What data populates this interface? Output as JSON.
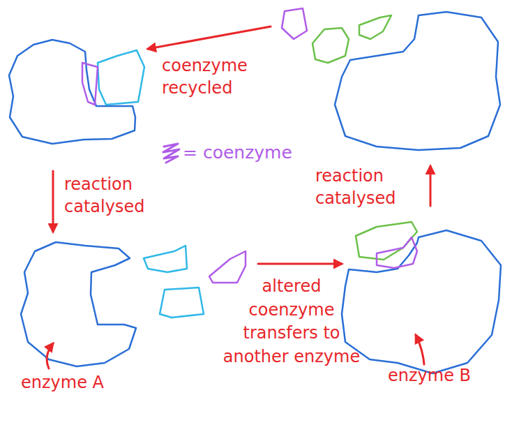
{
  "diagram": {
    "labels": [
      "coenzyme recycled",
      "reaction catalysed",
      "reaction catalysed",
      "altered coenzyme transfers to another enzyme",
      "enzyme A",
      "enzyme B"
    ],
    "legend": [
      {
        "text": "= coenzyme",
        "color": "#b05ce8"
      }
    ]
  }
}
